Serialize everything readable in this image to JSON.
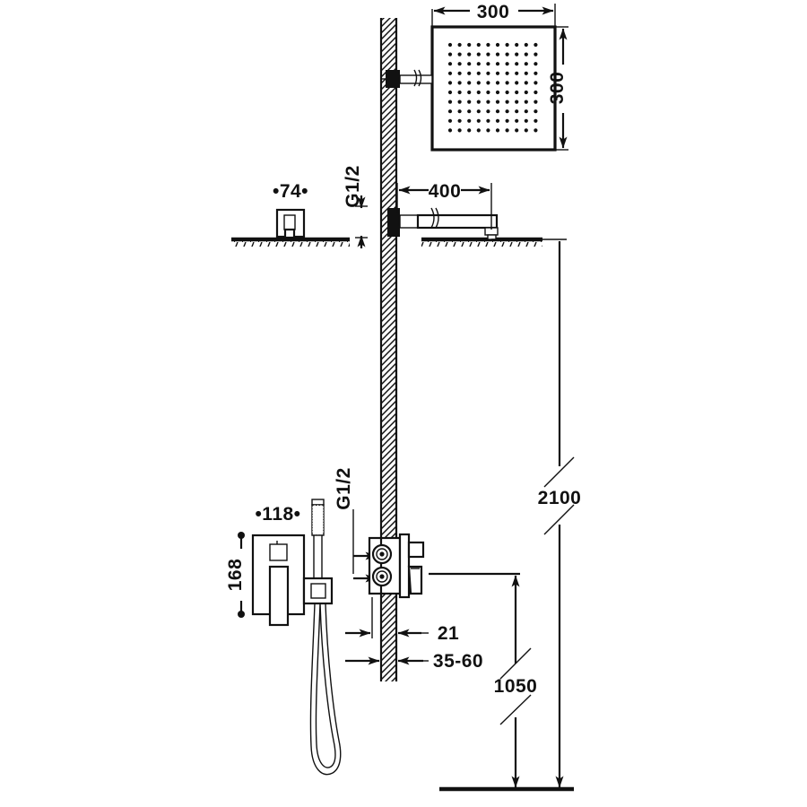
{
  "drawing": {
    "title": "Concealed Shower System Installation Drawing",
    "type": "technical-dimension-drawing",
    "units": "mm",
    "background_color": "#ffffff",
    "line_color": "#111111"
  },
  "dimensions": {
    "overhead_width": "300",
    "overhead_height": "300",
    "ceiling_arm_projection": "74",
    "wall_arm_projection": "400",
    "trim_plate_width": "118",
    "trim_plate_height": "168",
    "valve_protrusion": "21",
    "wall_recess_range": "35-60",
    "overhead_height_from_floor": "2100",
    "mixer_height_from_floor": "1050",
    "inlet_thread_top": "G1/2",
    "inlet_thread_bottom": "G1/2"
  },
  "components": {
    "overhead_shower": "square-rain-shower-head",
    "ceiling_arm": "ceiling-mounted-shower-arm",
    "wall_arm": "wall-mounted-shower-arm",
    "mixer_valve": "concealed-thermostatic-mixer-body",
    "trim_plate": "square-lever-trim-plate",
    "hand_shower": "slim-stick-hand-shower",
    "hose": "flexible-shower-hose",
    "wall_bracket": "square-wall-outlet-bracket",
    "wall": "hatched-wall-section",
    "floor": "floor-line",
    "ceiling": "ceiling-line"
  },
  "labels": {
    "overhead_width": "300",
    "overhead_height": "300",
    "ceiling_arm": "•74•",
    "wall_arm": "400",
    "trim_width": "•118•",
    "trim_height": "168",
    "valve_depth": "21",
    "recess": "35-60",
    "height_overhead": "2100",
    "height_mixer": "1050",
    "thread_top": "G1/2",
    "thread_bottom": "G1/2"
  }
}
